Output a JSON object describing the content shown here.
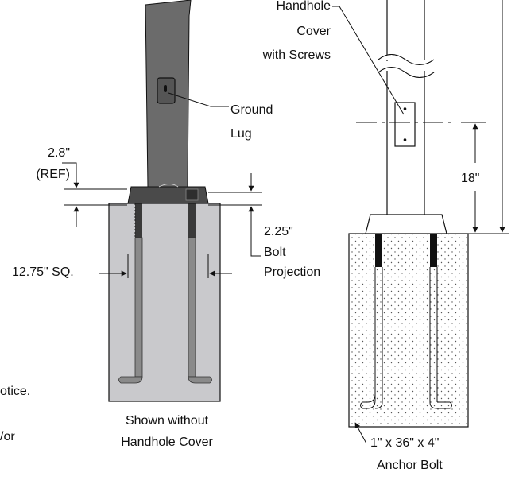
{
  "left_view": {
    "ground_lug_line1": "Ground",
    "ground_lug_line2": "Lug",
    "ref_dim_line1": "2.8\"",
    "ref_dim_line2": "(REF)",
    "base_dim": "12.75\" SQ.",
    "bolt_proj_dim": "2.25\"",
    "bolt_proj_line2": "Bolt",
    "bolt_proj_line3": "Projection",
    "caption_line1": "Shown without",
    "caption_line2": "Handhole Cover"
  },
  "right_view": {
    "handhole_line1": "Handhole",
    "handhole_line2": "Cover",
    "handhole_line3": "with Screws",
    "height_dim": "18\"",
    "anchor_line1": "1\" x 36\" x 4\"",
    "anchor_line2": "Anchor Bolt"
  },
  "cropped_text": {
    "line1": "otice.",
    "line2": "/or"
  },
  "colors": {
    "pole_dark": "#6b6b6b",
    "base_dark": "#4a4a4a",
    "concrete_gray": "#c9c9cc",
    "bolt_gray": "#8a8a8a",
    "line": "#111111"
  }
}
